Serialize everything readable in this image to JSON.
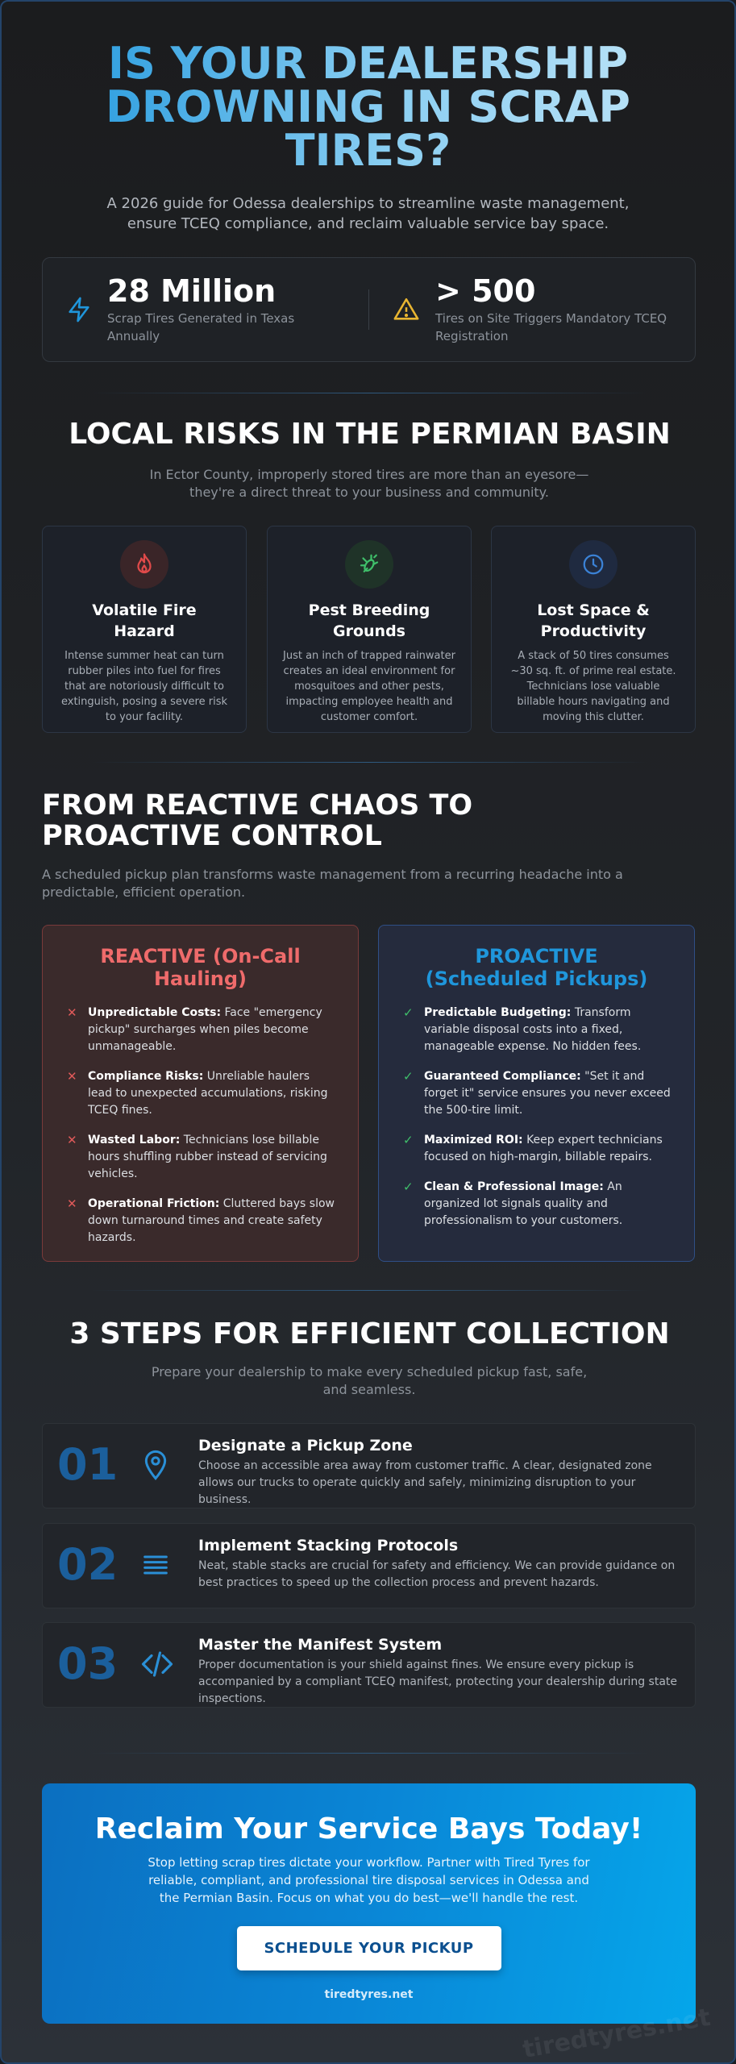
{
  "hero": {
    "title": "IS YOUR DEALERSHIP DROWNING IN SCRAP TIRES?",
    "subtitle": "A 2026 guide for Odessa dealerships to streamline waste management, ensure TCEQ compliance, and reclaim valuable service bay space."
  },
  "stats": [
    {
      "icon": "lightning-icon",
      "value": "28 Million",
      "label": "Scrap Tires Generated in Texas Annually",
      "color": "#1f96db"
    },
    {
      "icon": "warning-icon",
      "value": "> 500",
      "label": "Tires on Site Triggers Mandatory TCEQ Registration",
      "color": "#e8b531"
    }
  ],
  "risks": {
    "title": "LOCAL RISKS IN THE PERMIAN BASIN",
    "subtitle": "In Ector County, improperly stored tires are more than an eyesore—they're a direct threat to your business and community.",
    "cards": [
      {
        "icon": "flame-icon",
        "title": "Volatile Fire Hazard",
        "text": "Intense summer heat can turn rubber piles into fuel for fires that are notoriously difficult to extinguish, posing a severe risk to your facility.",
        "color": "#e04a4a"
      },
      {
        "icon": "bug-icon",
        "title": "Pest Breeding Grounds",
        "text": "Just an inch of trapped rainwater creates an ideal environment for mosquitoes and other pests, impacting employee health and customer comfort.",
        "color": "#3fbf6a"
      },
      {
        "icon": "clock-icon",
        "title": "Lost Space & Productivity",
        "text": "A stack of 50 tires consumes ~30 sq. ft. of prime real estate. Technicians lose valuable billable hours navigating and moving this clutter.",
        "color": "#3b82d6"
      }
    ]
  },
  "compare": {
    "title": "FROM REACTIVE CHAOS TO PROACTIVE CONTROL",
    "subtitle": "A scheduled pickup plan transforms waste management from a recurring headache into a predictable, efficient operation.",
    "reactive": {
      "title": "REACTIVE (On-Call Hauling)",
      "items": [
        {
          "label": "Unpredictable Costs:",
          "text": " Face \"emergency pickup\" surcharges when piles become unmanageable."
        },
        {
          "label": "Compliance Risks:",
          "text": " Unreliable haulers lead to unexpected accumulations, risking TCEQ fines."
        },
        {
          "label": "Wasted Labor:",
          "text": " Technicians lose billable hours shuffling rubber instead of servicing vehicles."
        },
        {
          "label": "Operational Friction:",
          "text": " Cluttered bays slow down turnaround times and create safety hazards."
        }
      ]
    },
    "proactive": {
      "title": "PROACTIVE (Scheduled Pickups)",
      "items": [
        {
          "label": "Predictable Budgeting:",
          "text": " Transform variable disposal costs into a fixed, manageable expense. No hidden fees."
        },
        {
          "label": "Guaranteed Compliance:",
          "text": " \"Set it and forget it\" service ensures you never exceed the 500-tire limit."
        },
        {
          "label": "Maximized ROI:",
          "text": " Keep expert technicians focused on high-margin, billable repairs."
        },
        {
          "label": "Clean & Professional Image:",
          "text": " An organized lot signals quality and professionalism to your customers."
        }
      ]
    }
  },
  "steps": {
    "title": "3 STEPS FOR EFFICIENT COLLECTION",
    "subtitle": "Prepare your dealership to make every scheduled pickup fast, safe, and seamless.",
    "items": [
      {
        "num": "01",
        "icon": "map-pin-icon",
        "title": "Designate a Pickup Zone",
        "text": "Choose an accessible area away from customer traffic. A clear, designated zone allows our trucks to operate quickly and safely, minimizing disruption to your business."
      },
      {
        "num": "02",
        "icon": "stack-lines-icon",
        "title": "Implement Stacking Protocols",
        "text": "Neat, stable stacks are crucial for safety and efficiency. We can provide guidance on best practices to speed up the collection process and prevent hazards."
      },
      {
        "num": "03",
        "icon": "code-icon",
        "title": "Master the Manifest System",
        "text": "Proper documentation is your shield against fines. We ensure every pickup is accompanied by a compliant TCEQ manifest, protecting your dealership during state inspections."
      }
    ]
  },
  "cta": {
    "title": "Reclaim Your Service Bays Today!",
    "text": "Stop letting scrap tires dictate your workflow. Partner with Tired Tyres for reliable, compliant, and professional tire disposal services in Odessa and the Permian Basin. Focus on what you do best—we'll handle the rest.",
    "button": "SCHEDULE YOUR PICKUP",
    "url": "tiredtyres.net"
  },
  "watermark": "tiredtyres.net"
}
